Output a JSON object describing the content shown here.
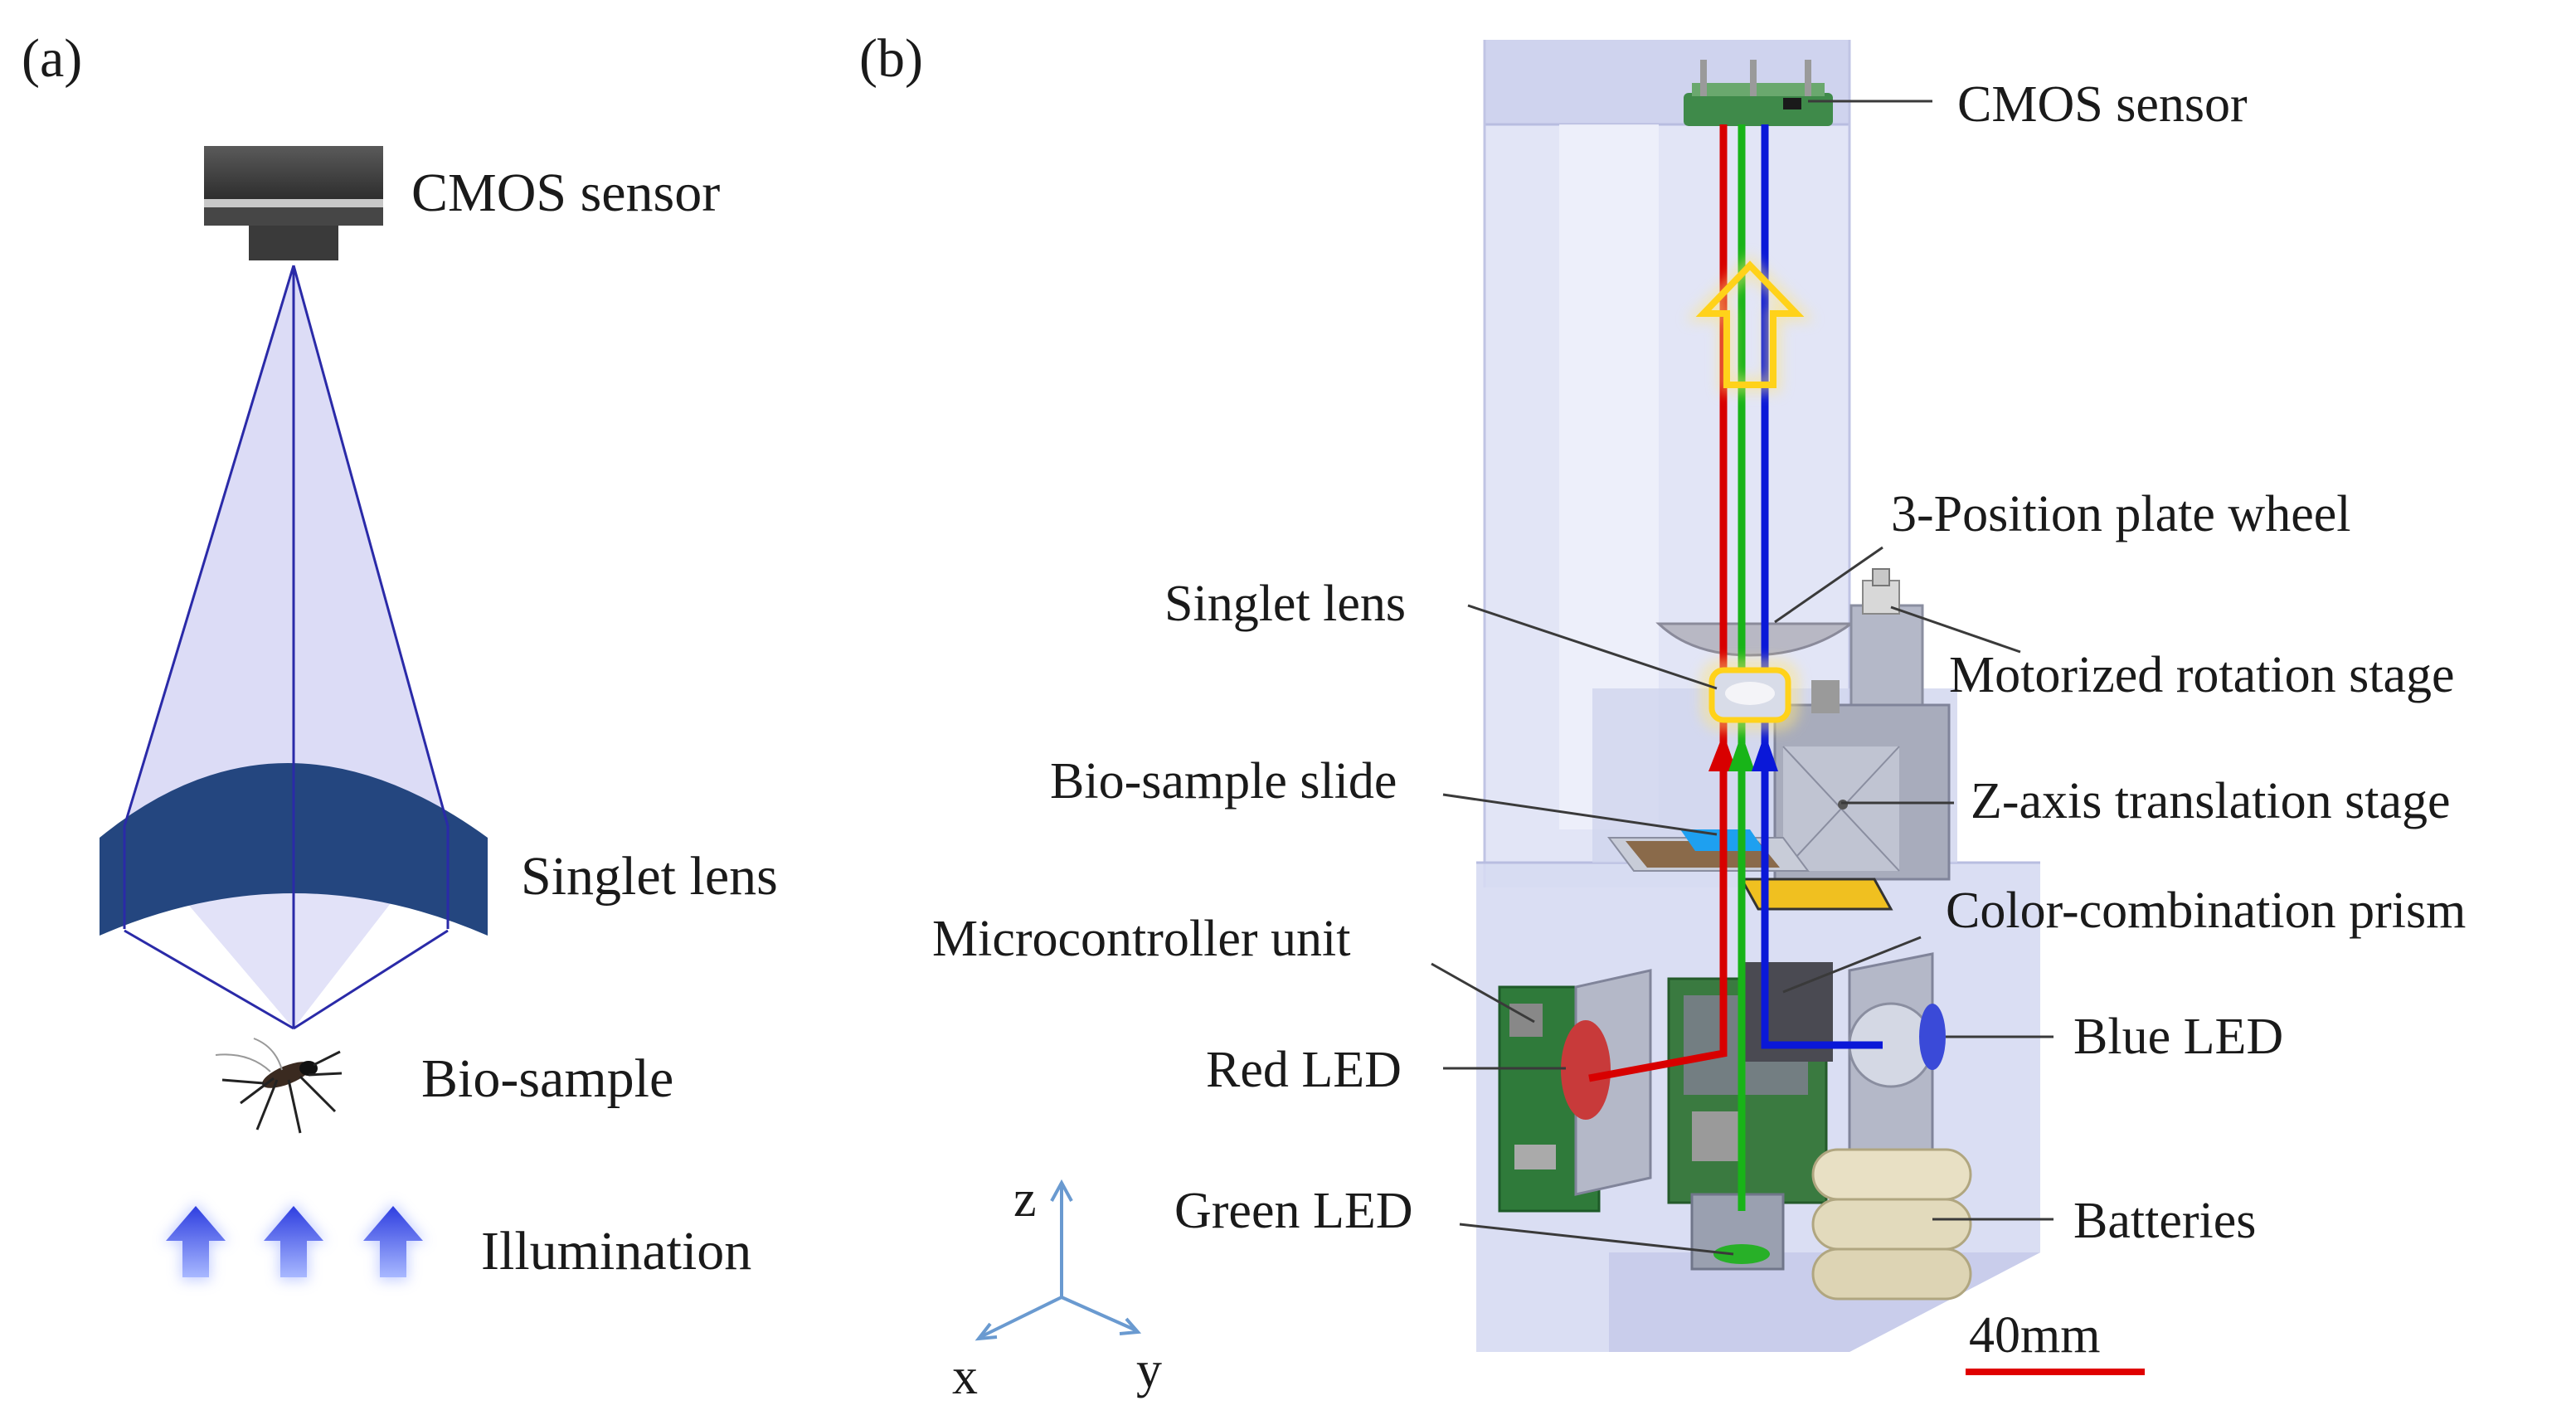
{
  "panel_a": {
    "tag": "(a)",
    "labels": {
      "cmos_sensor": "CMOS sensor",
      "singlet_lens": "Singlet lens",
      "bio_sample": "Bio-sample",
      "illumination": "Illumination"
    }
  },
  "panel_b": {
    "tag": "(b)",
    "labels": {
      "cmos_sensor": "CMOS sensor",
      "plate_wheel": "3-Position plate wheel",
      "singlet_lens": "Singlet lens",
      "rotation_stage": "Motorized rotation stage",
      "bio_sample_slide": "Bio-sample slide",
      "translation_stage": "Z-axis translation stage",
      "prism": "Color-combination prism",
      "mcu": "Microcontroller unit",
      "red_led": "Red LED",
      "blue_led": "Blue LED",
      "green_led": "Green LED",
      "batteries": "Batteries"
    },
    "axes": {
      "z": "z",
      "x": "x",
      "y": "y"
    },
    "scale_bar": "40mm"
  },
  "colors": {
    "lens": "#24467f",
    "cone_fill": "#dcdcf6",
    "ray": "#2a2aa8",
    "red_beam": "#d80000",
    "green_beam": "#18b418",
    "blue_beam": "#0a18d8",
    "highlight": "#ffd21a",
    "axis": "#6a9ad0",
    "scale_bar": "#e00000",
    "illum_arrow": "#3c54e6"
  }
}
